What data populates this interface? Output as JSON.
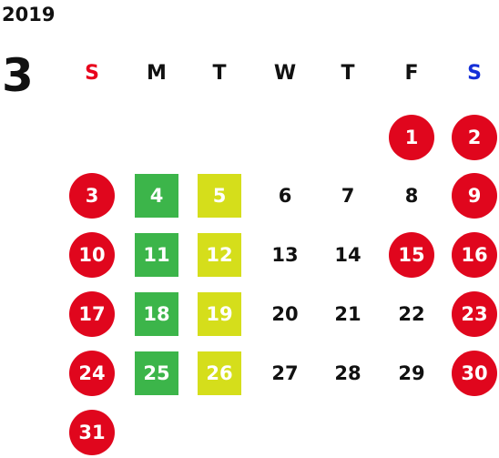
{
  "year": "2019",
  "month": "3",
  "weekdays": [
    "S",
    "M",
    "T",
    "W",
    "T",
    "F",
    "S"
  ],
  "colors": {
    "holiday": "#e0061d",
    "green": "#3cb54a",
    "yellow": "#d5de1b",
    "sunday_label": "#e8001c",
    "saturday_label": "#1530d8"
  },
  "days": [
    {
      "label": "1",
      "style": "holiday"
    },
    {
      "label": "2",
      "style": "holiday"
    },
    {
      "label": "3",
      "style": "holiday"
    },
    {
      "label": "4",
      "style": "green"
    },
    {
      "label": "5",
      "style": "yellow"
    },
    {
      "label": "6",
      "style": "plain"
    },
    {
      "label": "7",
      "style": "plain"
    },
    {
      "label": "8",
      "style": "plain"
    },
    {
      "label": "9",
      "style": "holiday"
    },
    {
      "label": "10",
      "style": "holiday"
    },
    {
      "label": "11",
      "style": "green"
    },
    {
      "label": "12",
      "style": "yellow"
    },
    {
      "label": "13",
      "style": "plain"
    },
    {
      "label": "14",
      "style": "plain"
    },
    {
      "label": "15",
      "style": "holiday"
    },
    {
      "label": "16",
      "style": "holiday"
    },
    {
      "label": "17",
      "style": "holiday"
    },
    {
      "label": "18",
      "style": "green"
    },
    {
      "label": "19",
      "style": "yellow"
    },
    {
      "label": "20",
      "style": "plain"
    },
    {
      "label": "21",
      "style": "plain"
    },
    {
      "label": "22",
      "style": "plain"
    },
    {
      "label": "23",
      "style": "holiday"
    },
    {
      "label": "24",
      "style": "holiday"
    },
    {
      "label": "25",
      "style": "green"
    },
    {
      "label": "26",
      "style": "yellow"
    },
    {
      "label": "27",
      "style": "plain"
    },
    {
      "label": "28",
      "style": "plain"
    },
    {
      "label": "29",
      "style": "plain"
    },
    {
      "label": "30",
      "style": "holiday"
    },
    {
      "label": "31",
      "style": "holiday"
    }
  ]
}
